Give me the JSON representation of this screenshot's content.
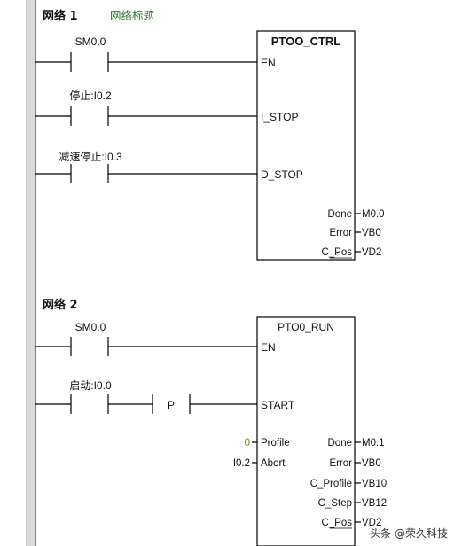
{
  "networks": [
    {
      "label": "网络 1",
      "title": "网络标题",
      "contacts": [
        {
          "label": "SM0.0"
        },
        {
          "label": "停止:I0.2"
        },
        {
          "label": "减速停止:I0.3"
        }
      ],
      "block": {
        "name": "PTOO_CTRL",
        "inputs": [
          "EN",
          "I_STOP",
          "D_STOP"
        ],
        "outputs": [
          {
            "pin": "Done",
            "value": "M0.0"
          },
          {
            "pin": "Error",
            "value": "VB0"
          },
          {
            "pin": "C_Pos",
            "value": "VD2"
          }
        ]
      }
    },
    {
      "label": "网络 2",
      "title": "",
      "contacts": [
        {
          "label": "SM0.0"
        },
        {
          "label": "启动:I0.0"
        }
      ],
      "edge_detector": "P",
      "block": {
        "name": "PTO0_RUN",
        "inputs": [
          "EN",
          "START"
        ],
        "param_inputs": [
          {
            "pin": "Profile",
            "value": "0"
          },
          {
            "pin": "Abort",
            "value": "I0.2"
          }
        ],
        "outputs": [
          {
            "pin": "Done",
            "value": "M0.1"
          },
          {
            "pin": "Error",
            "value": "VB0"
          },
          {
            "pin": "C_Profile",
            "value": "VB10"
          },
          {
            "pin": "C_Step",
            "value": "VB12"
          },
          {
            "pin": "C_Pos",
            "value": "VD2"
          }
        ]
      }
    }
  ],
  "watermark": "头条 @荣久科技",
  "colors": {
    "wire": "#000000",
    "rail": "#555555",
    "network_title": "#2e7d32",
    "constant": "#8a8a00"
  }
}
